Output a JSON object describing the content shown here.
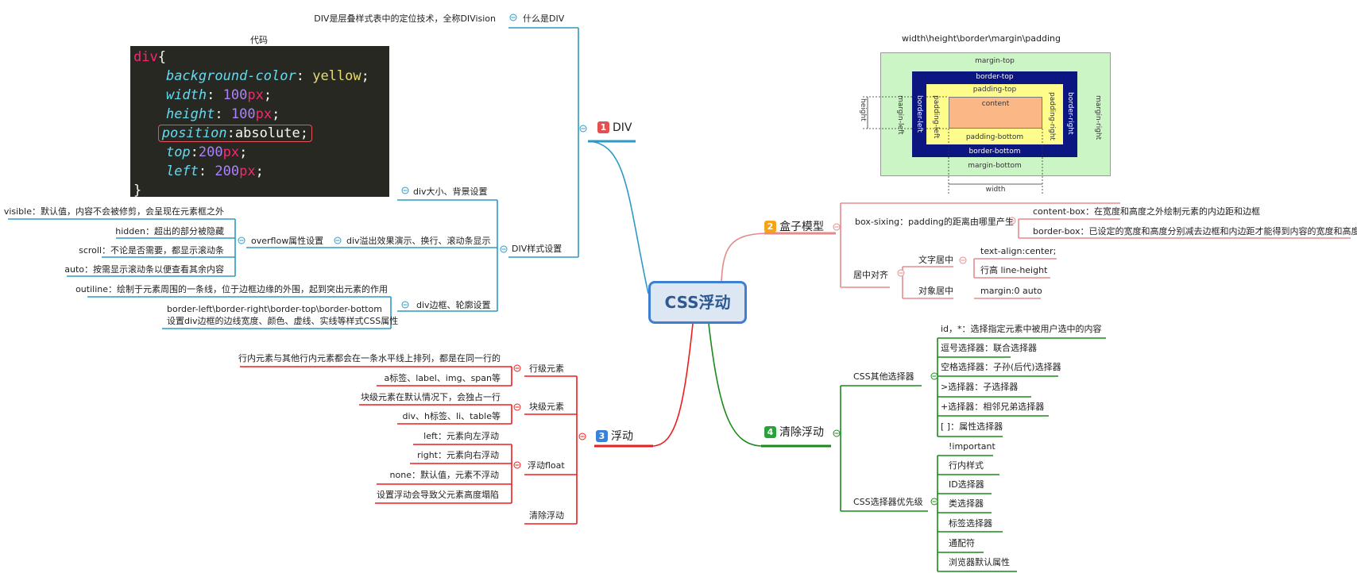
{
  "root": {
    "title": "CSS浮动"
  },
  "colors": {
    "div": "#2e9ac4",
    "box": "#e58a8a",
    "float": "#ee1d1d",
    "clear": "#1a8a1a",
    "badge1": "#e45050",
    "badge2": "#f6a21a",
    "badge3": "#3a82d8",
    "badge4": "#27a33a"
  },
  "div_branch": {
    "badge": "1",
    "label": "DIV",
    "what": {
      "label": "什么是DIV",
      "desc": "DIV是层叠样式表中的定位技术，全称DIVision"
    },
    "code": {
      "title": "代码",
      "l1_sel": "div",
      "l1_brace": "{",
      "l2_prop": "background-color",
      "l2_sep": ": ",
      "l2_val": "yellow",
      "l2_end": ";",
      "l3_prop": "width",
      "l3_sep": ": ",
      "l3_num": "100",
      "l3_unit": "px",
      "l3_end": ";",
      "l4_prop": "height",
      "l4_sep": ": ",
      "l4_num": "100",
      "l4_unit": "px",
      "l4_end": ";",
      "l5_prop": "position",
      "l5_sep": ":",
      "l5_val": "absolute",
      "l5_end": ";",
      "l6_prop": "top",
      "l6_sep": ":",
      "l6_num": "200",
      "l6_unit": "px",
      "l6_end": ";",
      "l7_prop": "left",
      "l7_sep": ": ",
      "l7_num": "200",
      "l7_unit": "px",
      "l7_end": ";",
      "l8_brace": "}"
    },
    "style": {
      "label": "DIV样式设置",
      "size_bg": "div大小、背景设置",
      "overflow": {
        "label": "div溢出效果演示、换行、滚动条显示",
        "prop": "overflow属性设置",
        "items": [
          "visible：默认值，内容不会被修剪，会呈现在元素框之外",
          "hidden：超出的部分被隐藏",
          "scroll：不论是否需要，都显示滚动条",
          "auto：按需显示滚动条以便查看其余内容"
        ]
      },
      "border": {
        "label": "div边框、轮廓设置",
        "outline": "outiline：绘制于元素周围的一条线，位于边框边缘的外围，起到突出元素的作用",
        "border_l1": "border-left\\border-right\\border-top\\border-bottom",
        "border_l2": "设置div边框的边线宽度、颜色、虚线、实线等样式CSS属性"
      }
    }
  },
  "box_branch": {
    "badge": "2",
    "label": "盒子模型",
    "diagram": {
      "title": "width\\height\\border\\margin\\padding",
      "margin_top": "margin-top",
      "border_top": "border-top",
      "padding_top": "padding-top",
      "content": "content",
      "padding_bottom": "padding-bottom",
      "border_bottom": "border-bottom",
      "margin_bottom": "margin-bottom",
      "margin_left": "margin-left",
      "border_left": "border-left",
      "padding_left": "padding-left",
      "padding_right": "padding-right",
      "border_right": "border-right",
      "margin_right": "margin-right",
      "height": "height",
      "width": "width"
    },
    "sizing": {
      "label": "box-sixing：padding的距离由哪里产生",
      "items": [
        "content-box：在宽度和高度之外绘制元素的内边距和边框",
        "border-box：已设定的宽度和高度分别减去边框和内边距才能得到内容的宽度和高度"
      ]
    },
    "center": {
      "label": "居中对齐",
      "text": {
        "label": "文字居中",
        "items": [
          "text-align:center;",
          "行高 line-height"
        ]
      },
      "obj": {
        "label": "对象居中",
        "item": "margin:0 auto"
      }
    }
  },
  "float_branch": {
    "badge": "3",
    "label": "浮动",
    "inline": {
      "label": "行级元素",
      "items": [
        "行内元素与其他行内元素都会在一条水平线上排列，都是在同一行的",
        "a标签、label、img、span等"
      ]
    },
    "block": {
      "label": "块级元素",
      "items": [
        "块级元素在默认情况下，会独占一行",
        "div、h标签、li、table等"
      ]
    },
    "float": {
      "label": "浮动float",
      "items": [
        "left：元素向左浮动",
        "right：元素向右浮动",
        "none：默认值，元素不浮动",
        "设置浮动会导致父元素高度塌陷"
      ]
    },
    "clear": {
      "label": "清除浮动"
    }
  },
  "clear_branch": {
    "badge": "4",
    "label": "清除浮动",
    "selectors": {
      "label": "CSS其他选择器",
      "items": [
        "id，*：选择指定元素中被用户选中的内容",
        "逗号选择器：联合选择器",
        "空格选择器：子孙(后代)选择器",
        ">选择器：子选择器",
        "+选择器：相邻兄弟选择器",
        "[ ]：属性选择器"
      ]
    },
    "priority": {
      "label": "CSS选择器优先级",
      "items": [
        "!important",
        "行内样式",
        "ID选择器",
        "类选择器",
        "标签选择器",
        "通配符",
        "浏览器默认属性"
      ]
    }
  }
}
